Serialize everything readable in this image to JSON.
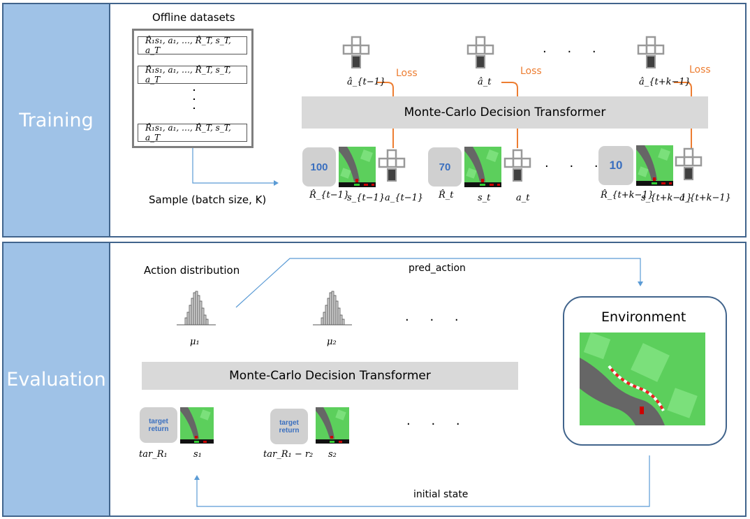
{
  "training": {
    "side_label": "Training",
    "datasets_title": "Offline datasets",
    "sequence_text": "R̂₁s₁, a₁, …, R̂_T, s_T, a_T",
    "sample_label": "Sample (batch size, K)",
    "transformer_label": "Monte-Carlo Decision Transformer",
    "loss_label": "Loss",
    "pred_actions": [
      "â_{t−1}",
      "â_t",
      "â_{t+k−1}"
    ],
    "returns": [
      "100",
      "70",
      "10"
    ],
    "labels_return": [
      "R̂_{t−1}",
      "R̂_t",
      "R̂_{t+k−1}"
    ],
    "labels_state": [
      "s_{t−1}",
      "s_t",
      "s_{t+k−1}"
    ],
    "labels_action": [
      "a_{t−1}",
      "a_t",
      "a_{t+k−1}"
    ],
    "ellipsis": "· · ·"
  },
  "evaluation": {
    "side_label": "Evaluation",
    "action_dist_title": "Action distribution",
    "mu_labels": [
      "μ₁",
      "μ₂"
    ],
    "pred_action_label": "pred_action",
    "transformer_label": "Monte-Carlo Decision Transformer",
    "target_return_label": "target return",
    "labels_return": [
      "tar_R₁",
      "tar_R₁ − r₂"
    ],
    "labels_state": [
      "s₁",
      "s₂"
    ],
    "initial_state_label": "initial state",
    "environment_title": "Environment",
    "ellipsis": "· · ·"
  },
  "colors": {
    "accent_blue": "#5b9bd5",
    "loss_orange": "#ed7d31",
    "side_panel": "#9fc2e7",
    "border": "#41648c"
  }
}
